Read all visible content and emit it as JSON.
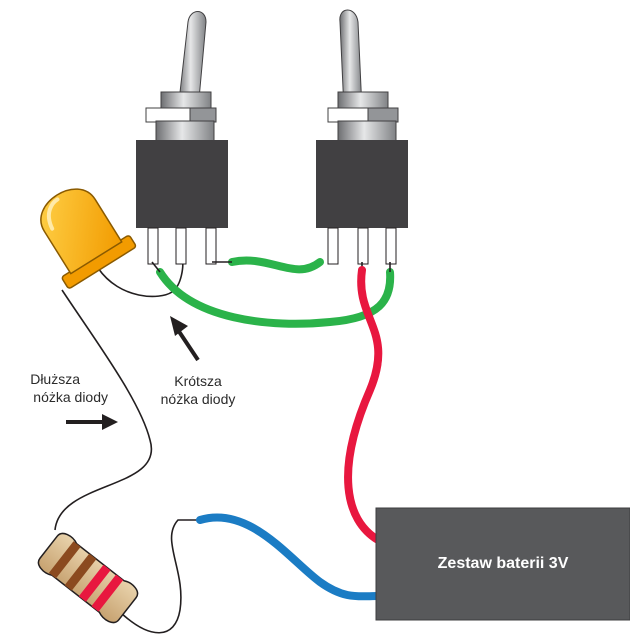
{
  "labels": {
    "longer_leg": [
      "Dłuższa",
      "nóżka diody"
    ],
    "shorter_leg": [
      "Krótsza",
      "nóżka diody"
    ],
    "battery": "Zestaw baterii 3V"
  },
  "colors": {
    "background": "#ffffff",
    "battery_box": "#58595b",
    "switch_body": "#414042",
    "wire_green": "#2bb34a",
    "wire_red": "#e8173f",
    "wire_blue": "#1b7cc4",
    "led": "#f7a900",
    "resistor_body": "#d4b48a"
  },
  "icons": [
    "toggle-switch-left",
    "toggle-switch-right",
    "led",
    "resistor",
    "battery-pack",
    "arrow-icon"
  ]
}
